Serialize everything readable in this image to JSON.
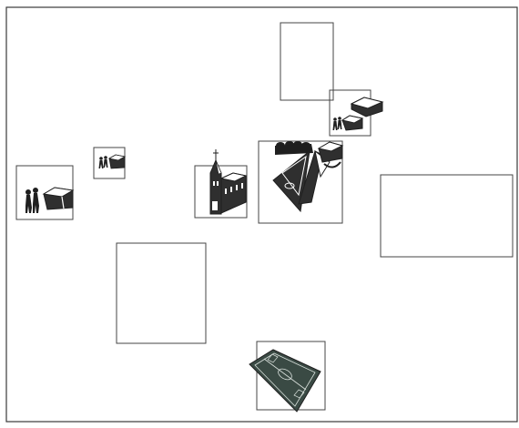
{
  "colors": {
    "background": "#ffffff",
    "frame": "#3a3a3a",
    "box": "#444444",
    "ink": "#1f1f1f",
    "ink_fill": "#2f2f2f",
    "field": "#3a4a44"
  },
  "pictograms": [
    {
      "name": "people-with-house",
      "icon": "people-house-icon",
      "box": "box-west"
    },
    {
      "name": "people-with-house-small",
      "icon": "people-house-icon",
      "box": "box-small-west"
    },
    {
      "name": "church",
      "icon": "church-icon",
      "box": "box-church"
    },
    {
      "name": "spotlight-with-crowd",
      "icon": "spotlight-crowd-icon",
      "box": "box-center"
    },
    {
      "name": "people-with-houses",
      "icon": "people-houses-icon",
      "box": "box-northeast"
    },
    {
      "name": "sports-field",
      "icon": "sports-field-icon",
      "box": "box-south"
    }
  ],
  "empty_boxes": [
    "box-north",
    "box-east",
    "box-southwest"
  ]
}
